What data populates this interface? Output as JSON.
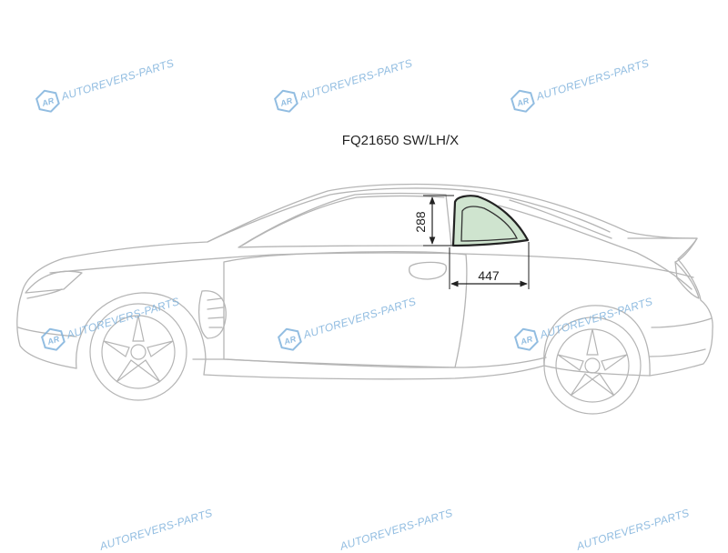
{
  "part_code": "FQ21650 SW/LH/X",
  "dimensions": {
    "height_label": "288",
    "width_label": "447"
  },
  "watermark": {
    "text": "AUTOREVERS-PARTS",
    "logo_text": "AR"
  },
  "colors": {
    "car_outline": "#b5b5b5",
    "glass_outline": "#222222",
    "glass_fill": "#cfe4cf",
    "watermark": "#7fb2dc"
  }
}
